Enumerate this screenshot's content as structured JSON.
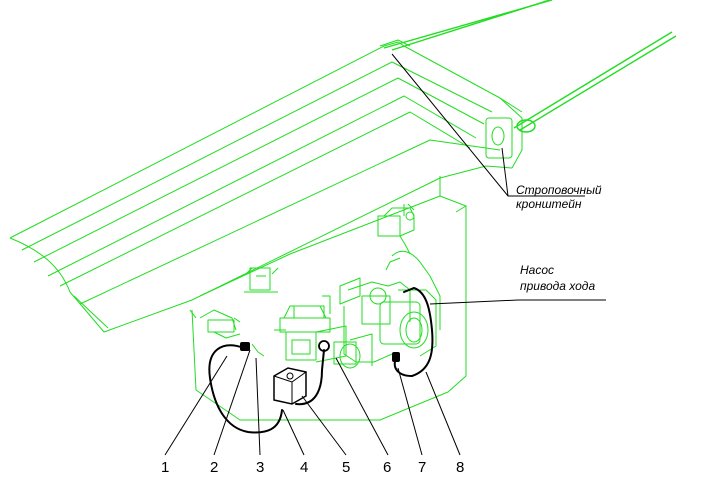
{
  "labels": {
    "bracket_line1": "Строповочный",
    "bracket_line2": "кронштейн",
    "pump_line1": "Насос",
    "pump_line2": "привода хода"
  },
  "numbers": [
    "1",
    "2",
    "3",
    "4",
    "5",
    "6",
    "7",
    "8"
  ],
  "colors": {
    "drawing": "#22dd22",
    "leaders": "#000000",
    "background": "#ffffff"
  }
}
